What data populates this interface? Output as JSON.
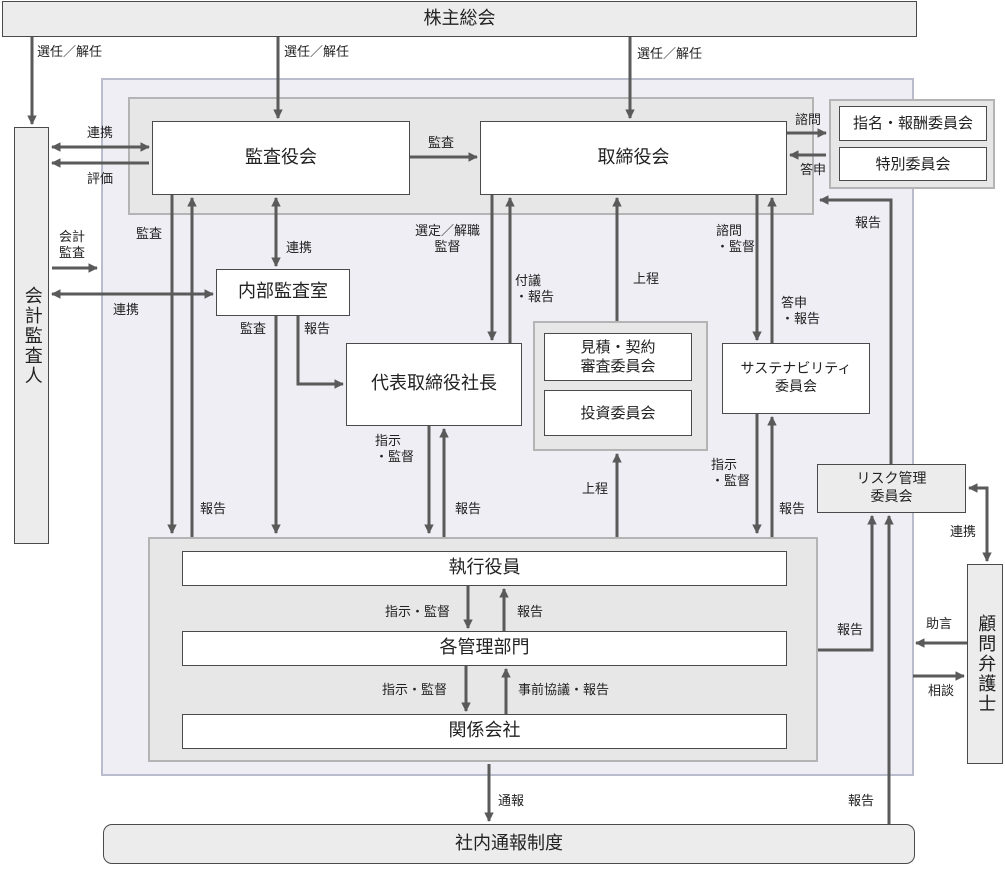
{
  "boxes": {
    "shareholders_meeting": "株主総会",
    "accounting_auditor": "会計監査人",
    "audit_board": "監査役会",
    "board_of_directors": "取締役会",
    "nomination_committee": "指名・報酬委員会",
    "special_committee": "特別委員会",
    "internal_audit_office": "内部監査室",
    "president": "代表取締役社長",
    "estimate_committee": "見積・契約\n審査委員会",
    "investment_committee": "投資委員会",
    "sustainability_committee": "サステナビリティ\n委員会",
    "risk_committee": "リスク管理\n委員会",
    "legal_counsel": "顧問弁護士",
    "executive_officers": "執行役員",
    "management_departments": "各管理部門",
    "affiliates": "関係会社",
    "whistleblowing": "社内通報制度"
  },
  "labels": {
    "elect_dismiss_1": "選任／解任",
    "elect_dismiss_2": "選任／解任",
    "elect_dismiss_3": "選任／解任",
    "cooperation_1": "連携",
    "evaluation": "評価",
    "accounting_audit": "会計\n監査",
    "cooperation_2": "連携",
    "audit_to_board": "監査",
    "inquiry_1": "諮問",
    "reply_1": "答申",
    "audit_left": "監査",
    "cooperation_3": "連携",
    "appoint_dismiss_supervise": "選定／解職\n監督",
    "agenda_report": "付議\n・報告",
    "submit_1": "上程",
    "inquiry_supervise": "諮問\n・監督",
    "reply_report": "答申\n・報告",
    "report_risk_to_board": "報告",
    "audit_internal": "監査",
    "report_internal": "報告",
    "instruct_supervise_1": "指示\n・監督",
    "report_president": "報告",
    "submit_2": "上程",
    "instruct_supervise_2": "指示\n・監督",
    "report_sustainability": "報告",
    "report_audit_board": "報告",
    "cooperation_4": "連携",
    "instruct_supervise_3": "指示・監督",
    "report_exec": "報告",
    "instruct_supervise_4": "指示・監督",
    "prior_consult_report": "事前協議・報告",
    "report_mgmt_risk": "報告",
    "advice": "助言",
    "consultation": "相談",
    "whistle": "通報",
    "report_whistle": "報告"
  }
}
